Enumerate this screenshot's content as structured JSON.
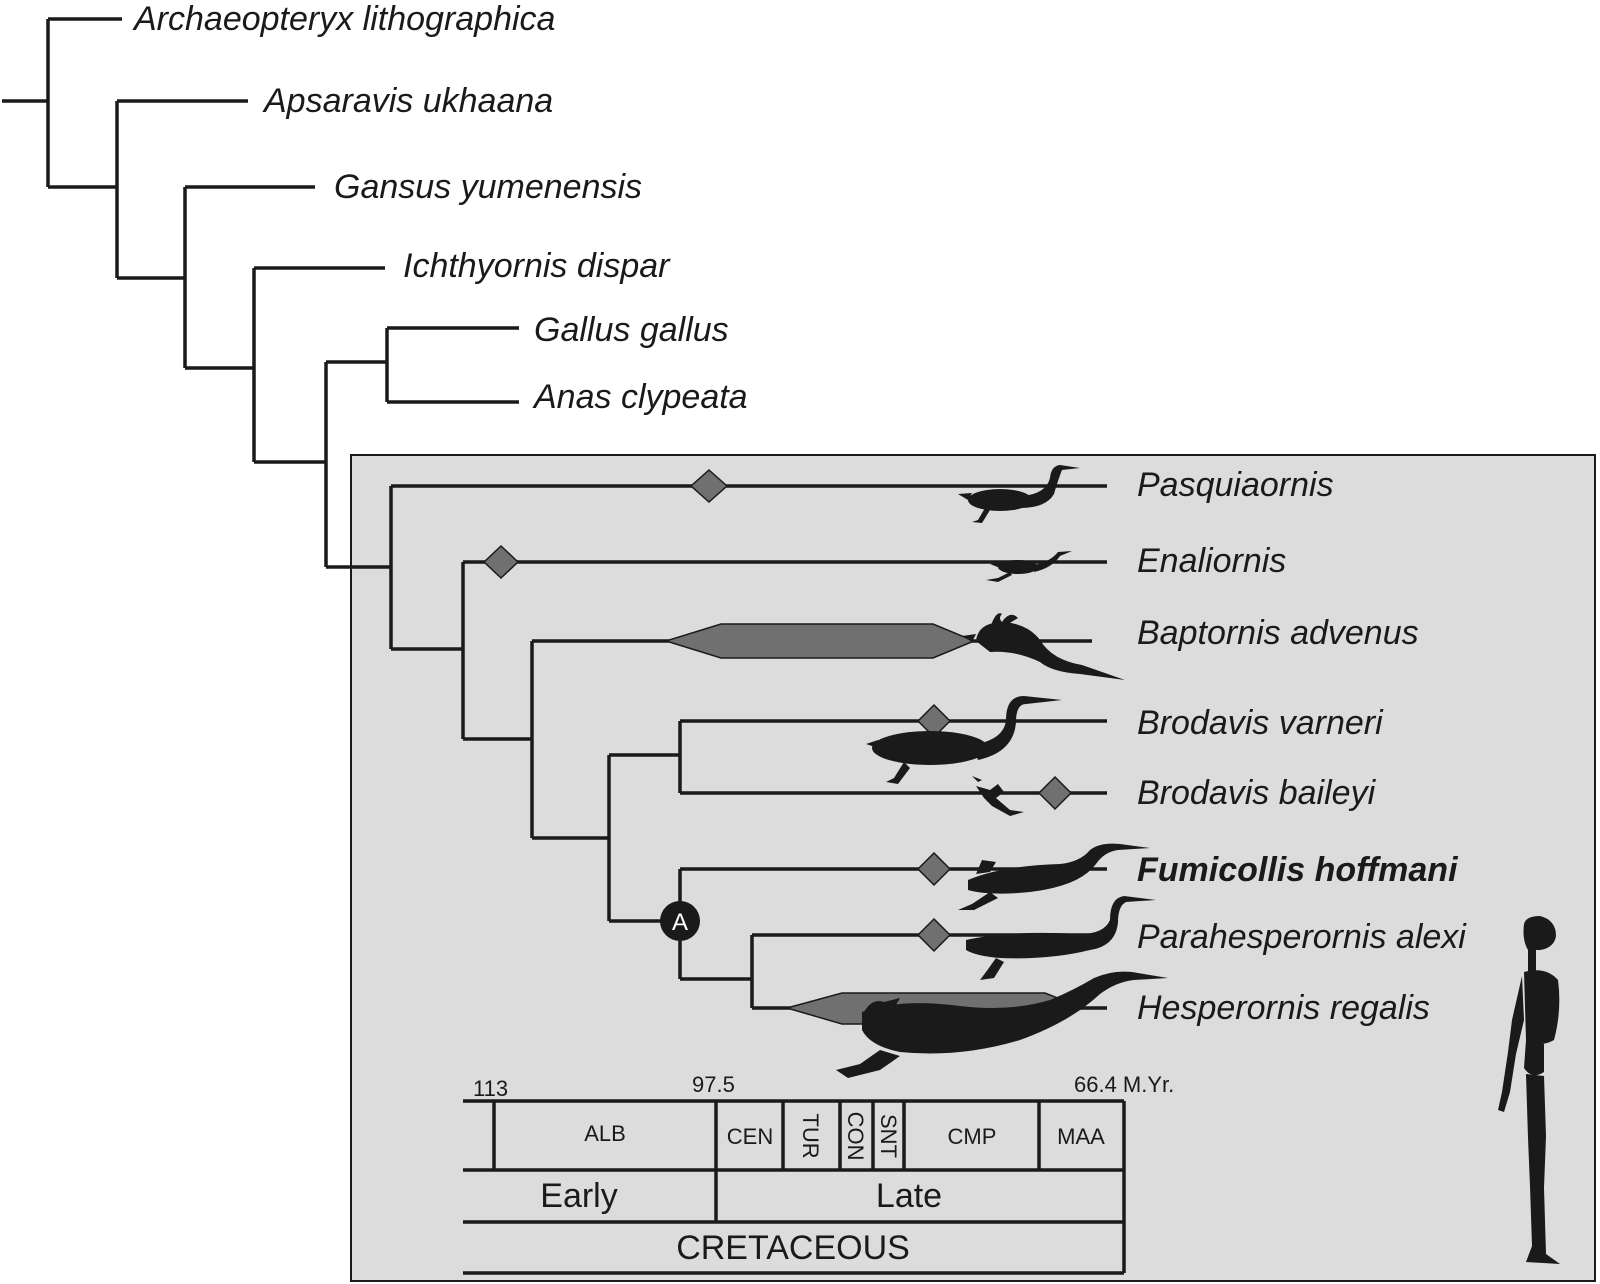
{
  "taxa": {
    "archaeopteryx": "Archaeopteryx lithographica",
    "apsaravis": "Apsaravis ukhaana",
    "gansus": "Gansus yumenensis",
    "ichthyornis": "Ichthyornis dispar",
    "gallus": "Gallus gallus",
    "anas": "Anas clypeata",
    "pasquiaornis": "Pasquiaornis",
    "enaliornis": "Enaliornis",
    "baptornis": "Baptornis advenus",
    "brodavis_varneri": "Brodavis varneri",
    "brodavis_baileyi": "Brodavis baileyi",
    "fumicollis": "Fumicollis hoffmani",
    "parahesperornis": "Parahesperornis alexi",
    "hesperornis": "Hesperornis regalis"
  },
  "node_label": "A",
  "time_scale": {
    "ticks": [
      "113",
      "97.5",
      "66.4 M.Yr."
    ],
    "stages": [
      "ALB",
      "CEN",
      "TUR",
      "CON",
      "SNT",
      "CMP",
      "MAA"
    ],
    "epochs": [
      "Early",
      "Late"
    ],
    "period": "CRETACEOUS"
  },
  "colors": {
    "panel_background": "#dcdcdc",
    "line": "#1a1a1a",
    "range_marker": "#707070",
    "node_fill": "#1a1a1a"
  },
  "icons": [
    "silhouette-pasquiaornis",
    "silhouette-enaliornis",
    "silhouette-baptornis",
    "silhouette-brodavis-varneri",
    "silhouette-brodavis-baileyi",
    "silhouette-fumicollis",
    "silhouette-parahesperornis",
    "silhouette-hesperornis",
    "skeleton-human-scale"
  ]
}
